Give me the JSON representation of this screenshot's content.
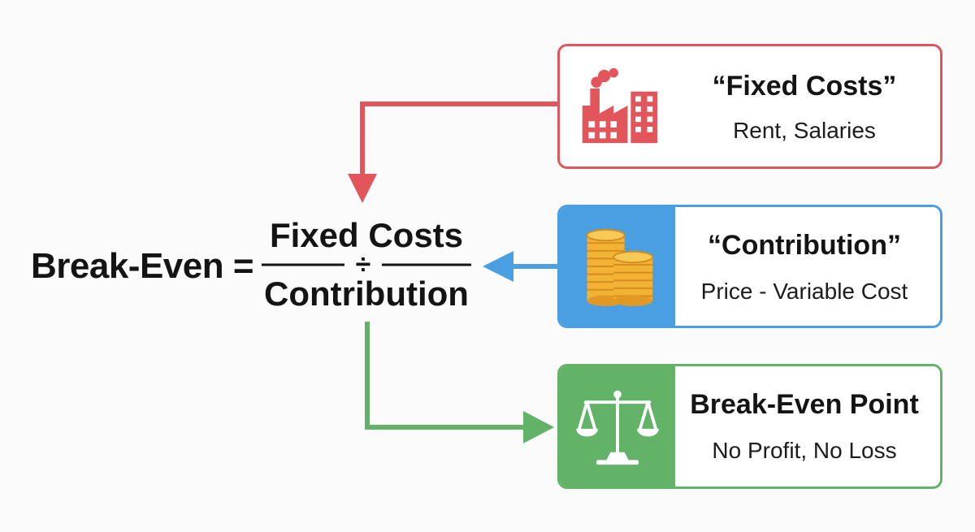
{
  "formula": {
    "label": "Break-Even =",
    "numerator": "Fixed Costs",
    "operator": "÷",
    "denominator": "Contribution"
  },
  "cards": {
    "fixed_costs": {
      "title": "“Fixed Costs”",
      "subtitle": "Rent, Salaries",
      "icon": "factory-icon",
      "color": "#e2555b"
    },
    "contribution": {
      "title": "“Contribution”",
      "subtitle": "Price - Variable Cost",
      "icon": "coins-icon",
      "color": "#4a9fe3"
    },
    "break_even": {
      "title": "Break-Even Point",
      "subtitle": "No Profit, No Loss",
      "icon": "balance-scale-icon",
      "color": "#62b368"
    }
  },
  "colors": {
    "red": "#e2555b",
    "blue": "#4a9fe3",
    "green": "#62b368",
    "coin": "#f2b233",
    "coin_edge": "#d48c1e"
  }
}
